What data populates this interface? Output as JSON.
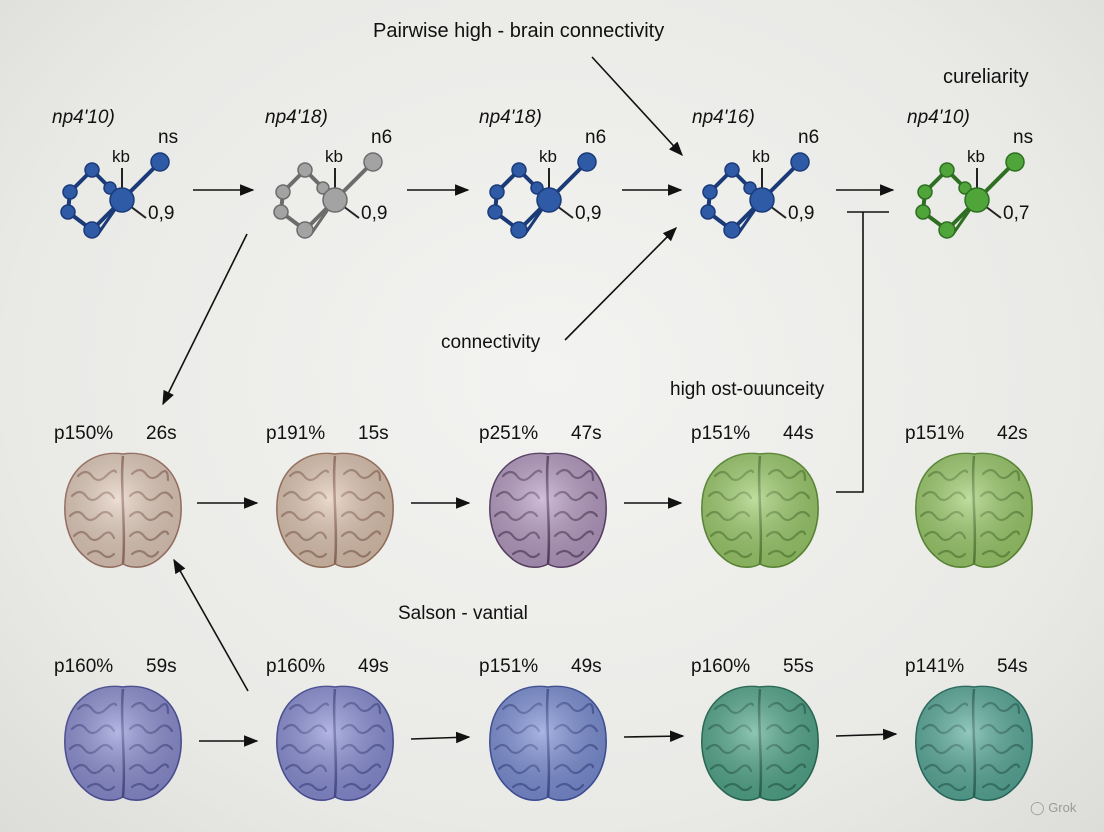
{
  "header": {
    "title": "Pairwise high - brain connectivity",
    "corner": "cureliarity"
  },
  "labels": {
    "connectivity": "connectivity",
    "high_connectivity": "high ost-ouunceity",
    "season": "Salson - vantial"
  },
  "molecules": [
    {
      "code": "np4'10)",
      "top": "ns",
      "bond": "kb",
      "value": "0,9",
      "color": "#2f5aa6",
      "dark": "#1b3a78"
    },
    {
      "code": "np4'18)",
      "top": "n6",
      "bond": "kb",
      "value": "0,9",
      "color": "#a3a3a3",
      "dark": "#6c6c6c"
    },
    {
      "code": "np4'18)",
      "top": "n6",
      "bond": "kb",
      "value": "0,9",
      "color": "#2f5aa6",
      "dark": "#1b3a78"
    },
    {
      "code": "np4'16)",
      "top": "n6",
      "bond": "kb",
      "value": "0,9",
      "color": "#2f5aa6",
      "dark": "#1b3a78"
    },
    {
      "code": "np4'10)",
      "top": "ns",
      "bond": "kb",
      "value": "0,7",
      "color": "#4fa43a",
      "dark": "#2e6f22"
    }
  ],
  "brains_row1": [
    {
      "pct": "p150%",
      "time": "26s",
      "color": "#e4cdbd",
      "line": "#9d7466"
    },
    {
      "pct": "p191%",
      "time": "15s",
      "color": "#e0c6b2",
      "line": "#9a735f"
    },
    {
      "pct": "p251%",
      "time": "47s",
      "color": "#b79cc4",
      "line": "#5a4166"
    },
    {
      "pct": "p151%",
      "time": "44s",
      "color": "#9ccd6b",
      "line": "#5d8b36"
    },
    {
      "pct": "p151%",
      "time": "42s",
      "color": "#9ccd6b",
      "line": "#5d8b36"
    }
  ],
  "brains_row2": [
    {
      "pct": "p160%",
      "time": "59s",
      "color": "#8c8fd3",
      "line": "#4c4f96"
    },
    {
      "pct": "p160%",
      "time": "49s",
      "color": "#8a8fd6",
      "line": "#4b4f98"
    },
    {
      "pct": "p151%",
      "time": "49s",
      "color": "#7b8fd6",
      "line": "#3f4f9a"
    },
    {
      "pct": "p160%",
      "time": "55s",
      "color": "#52a88c",
      "line": "#276a55"
    },
    {
      "pct": "p141%",
      "time": "54s",
      "color": "#58ab9a",
      "line": "#2a6c5e"
    }
  ],
  "watermark": "Grok"
}
